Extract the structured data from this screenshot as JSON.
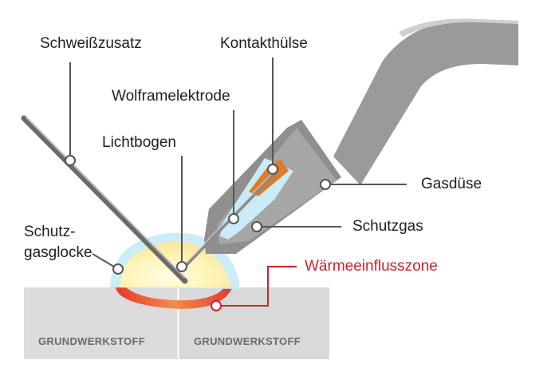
{
  "labels": {
    "filler": "Schweißzusatz",
    "contact_tube": "Kontakthülse",
    "tungsten": "Wolframelektrode",
    "arc": "Lichtbogen",
    "gas_nozzle": "Gasdüse",
    "shielding_gas": "Schutzgas",
    "gas_bell_line1": "Schutz-",
    "gas_bell_line2": "gasglocke",
    "haz": "Wärmeeinflusszone",
    "base_left": "GRUNDWERKSTOFF",
    "base_right": "GRUNDWERKSTOFF"
  },
  "colors": {
    "haz_red": "#d0202a",
    "label_text": "#1f1f1f",
    "plate_gray": "#dcdcdc",
    "torch_gray": "#9a9a9a",
    "gas_blue": "#bfe6f5",
    "contact_orange": "#e07b28",
    "arc_yellow": "#fff4b8"
  }
}
